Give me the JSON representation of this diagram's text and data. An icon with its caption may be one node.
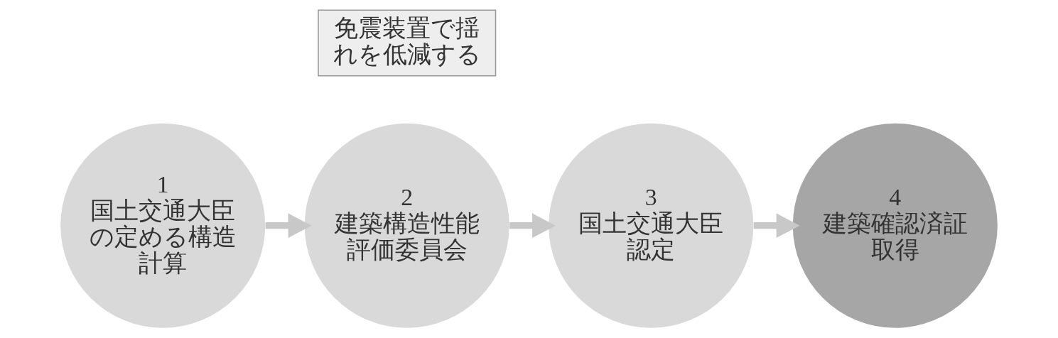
{
  "diagram": {
    "nodes": [
      {
        "text": [
          "1",
          "国土交通大臣の定める構造計算"
        ]
      },
      {
        "text": [
          "2",
          "建築構造性能評価委員会"
        ]
      },
      {
        "text": [
          "3",
          "国土交通大臣認定"
        ]
      },
      {
        "text": [
          "4",
          "建築確認済証取得"
        ]
      },
      {
        "text": [
          "免震装置で揺れを低減する"
        ]
      }
    ],
    "edges": [
      {
        "from": 0,
        "to": 1,
        "arrow": "to"
      },
      {
        "from": 1,
        "to": 2,
        "arrow": "to"
      },
      {
        "from": 2,
        "to": 3,
        "arrow": "to"
      }
    ]
  }
}
